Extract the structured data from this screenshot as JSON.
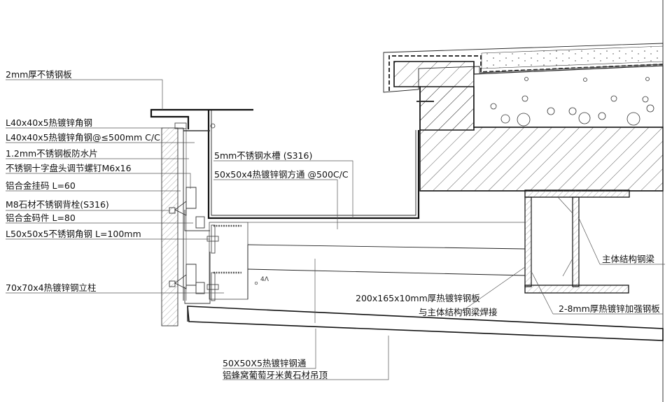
{
  "drawing": {
    "type": "architectural-section-detail",
    "left_labels": [
      {
        "id": "stainless-plate-2mm",
        "text": "2mm厚不锈钢板"
      },
      {
        "id": "angle-l40",
        "text": "L40x40x5热镀锌角钢"
      },
      {
        "id": "angle-l40-spacing",
        "text": "L40x40x5热镀锌角钢@≤500mm C/C"
      },
      {
        "id": "waterproof-flashing",
        "text": "1.2mm不锈钢板防水片"
      },
      {
        "id": "adjust-screw",
        "text": "不锈钢十字盘头调节螺钉M6x16"
      },
      {
        "id": "alu-hanger",
        "text": "铝合金挂码 L=60"
      },
      {
        "id": "back-bolt",
        "text": "M8石材不锈钢背栓(S316)"
      },
      {
        "id": "alu-bracket",
        "text": "铝合金码件 L=80"
      },
      {
        "id": "angle-l50",
        "text": "L50x50x5不锈钢角钢 L=100mm"
      },
      {
        "id": "steel-column",
        "text": "70x70x4热镀锌钢立柱"
      }
    ],
    "center_labels": [
      {
        "id": "gutter",
        "text": "5mm不锈钢水槽 (S316)"
      },
      {
        "id": "square-tube",
        "text": "50x50x4热镀锌钢方通 @500C/C"
      }
    ],
    "right_labels": [
      {
        "id": "main-beam",
        "text": "主体结构钢梁"
      },
      {
        "id": "steel-plate-line1",
        "text": "200x165x10mm厚热镀锌钢板"
      },
      {
        "id": "steel-plate-line2",
        "text": "与主体结构钢梁焊接"
      },
      {
        "id": "stiffener",
        "text": "2-8mm厚热镀锌加强钢板"
      }
    ],
    "bottom_labels": [
      {
        "id": "tube-50x50x5",
        "text": "50X50X5热镀锌钢通"
      },
      {
        "id": "ceiling",
        "text": "铝蜂窝葡萄牙米黄石材吊顶"
      }
    ],
    "weld_symbol": "4Λ"
  }
}
